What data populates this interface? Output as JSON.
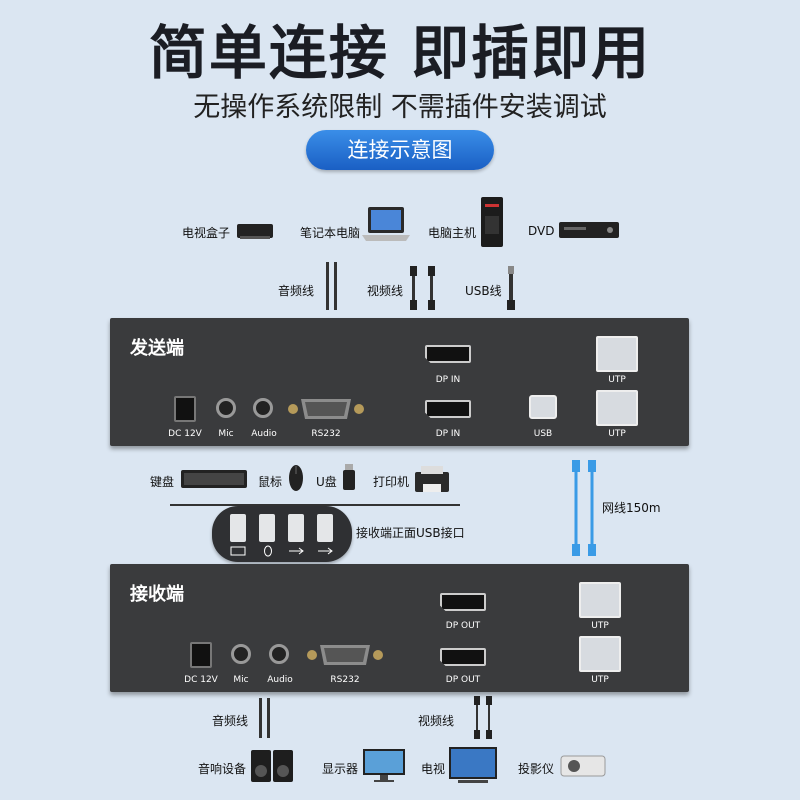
{
  "title": "简单连接 即插即用",
  "subtitle": "无操作系统限制 不需插件安装调试",
  "badge": "连接示意图",
  "sources": [
    {
      "label": "电视盒子",
      "icon": "tv-box-icon"
    },
    {
      "label": "笔记本电脑",
      "icon": "laptop-icon"
    },
    {
      "label": "电脑主机",
      "icon": "desktop-tower-icon"
    },
    {
      "label": "DVD",
      "icon": "dvd-player-icon"
    }
  ],
  "top_cables": [
    "音频线",
    "视频线",
    "USB线"
  ],
  "sender": {
    "title": "发送端",
    "ports": {
      "dc": "DC 12V",
      "mic": "Mic",
      "audio": "Audio",
      "rs232": "RS232",
      "dp_in_1": "DP IN",
      "dp_in_2": "DP IN",
      "usb": "USB",
      "utp_1": "UTP",
      "utp_2": "UTP"
    }
  },
  "peripherals": [
    "键盘",
    "鼠标",
    "U盘",
    "打印机"
  ],
  "usb_panel_label": "接收端正面USB接口",
  "network_cable": "网线150m",
  "receiver": {
    "title": "接收端",
    "ports": {
      "dc": "DC 12V",
      "mic": "Mic",
      "audio": "Audio",
      "rs232": "RS232",
      "dp_out_1": "DP OUT",
      "dp_out_2": "DP OUT",
      "utp_1": "UTP",
      "utp_2": "UTP"
    }
  },
  "bottom_cables": [
    "音频线",
    "视频线"
  ],
  "outputs": [
    {
      "label": "音响设备",
      "icon": "speakers-icon"
    },
    {
      "label": "显示器",
      "icon": "monitor-icon"
    },
    {
      "label": "电视",
      "icon": "tv-icon"
    },
    {
      "label": "投影仪",
      "icon": "projector-icon"
    }
  ],
  "colors": {
    "accent": "#2a76d8",
    "box": "#3a3b3d",
    "background": "#dbe6f2",
    "lan_cable": "#3a9be6"
  }
}
